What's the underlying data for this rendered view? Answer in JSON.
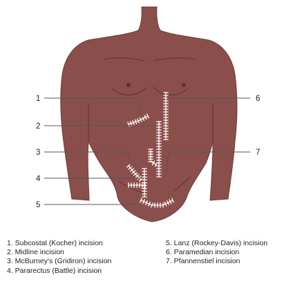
{
  "colors": {
    "skin": "#8b4f4b",
    "skin_edge": "#6d3a37",
    "fold": "#5e302d",
    "incision": "#ffffff",
    "leader": "#555555",
    "label": "#222222",
    "background": "#ffffff"
  },
  "labels": [
    "1",
    "2",
    "3",
    "4",
    "5",
    "6",
    "7"
  ],
  "legend": {
    "left": [
      "1. Subcostal (Kocher) incision",
      "2. Midline incision",
      "3. McBurney's (Gridiron) incision",
      "4. Pararectus (Battle) incision"
    ],
    "right": [
      "5. Lanz (Rockey-Davis) incision",
      "6. Paramedian incision",
      "7. Pfannenstiel incision"
    ]
  }
}
